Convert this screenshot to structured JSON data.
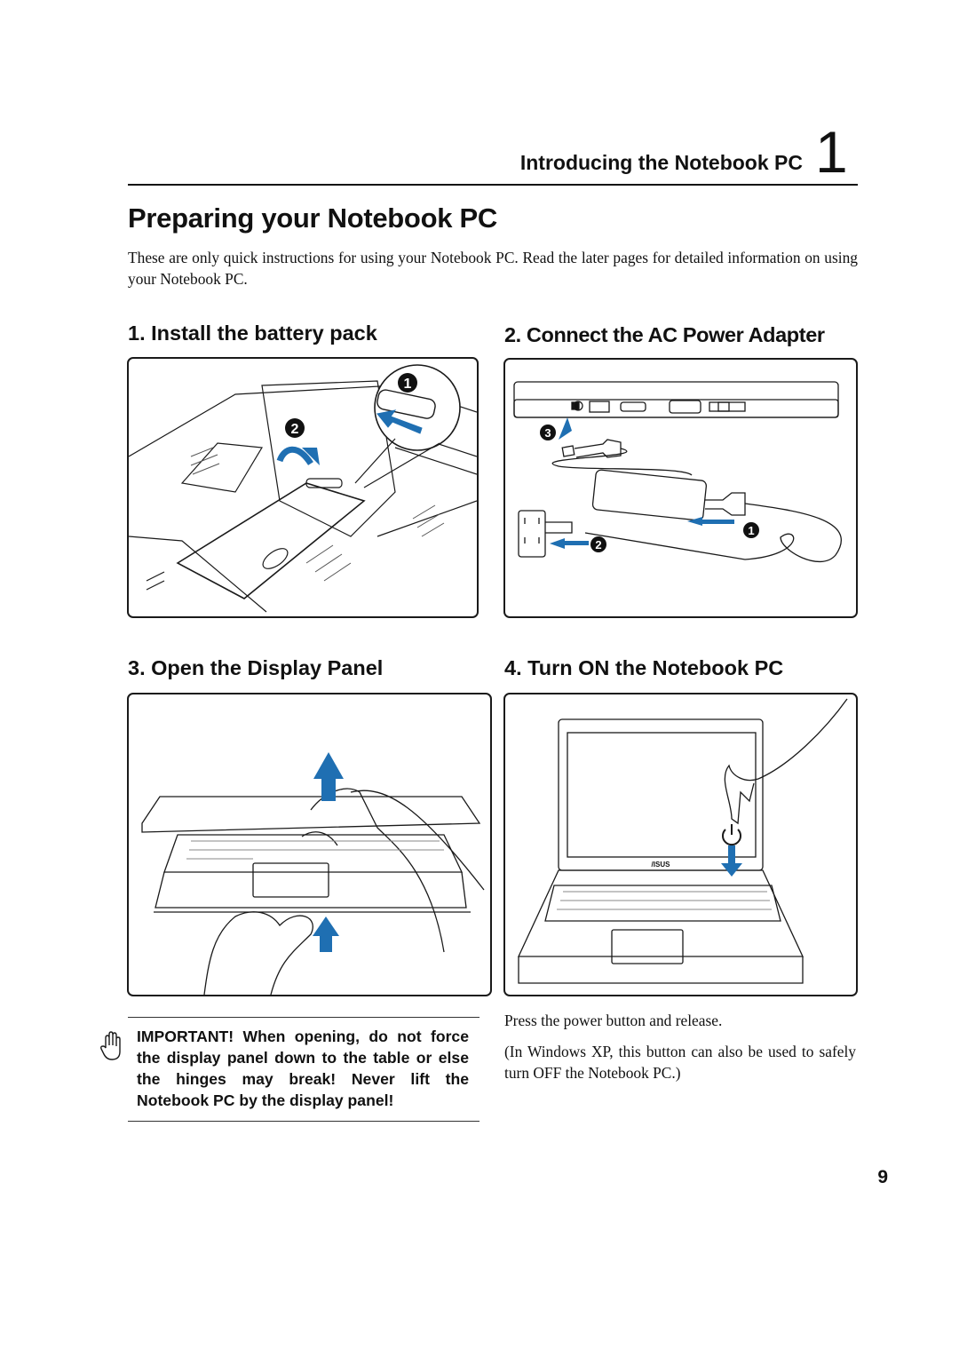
{
  "header": {
    "chapter_title": "Introducing the Notebook PC",
    "chapter_number": "1"
  },
  "page_title": "Preparing your Notebook PC",
  "intro": "These are only quick instructions for using your Notebook PC. Read the later pages for detailed information on using your Notebook PC.",
  "steps": [
    {
      "title": "1. Install the battery pack"
    },
    {
      "title": "2. Connect the AC Power Adapter"
    },
    {
      "title": "3. Open the Display Panel"
    },
    {
      "title": "4. Turn ON the Notebook PC"
    }
  ],
  "illustrations": {
    "battery_callouts": [
      "1",
      "2"
    ],
    "adapter_callouts": [
      "1",
      "2",
      "3"
    ],
    "brand_mark": "/ISUS"
  },
  "important_note": "IMPORTANT! When opening, do not force the display panel down to the table or else the hinges may break! Never lift the Notebook PC by the display panel!",
  "power_instructions": {
    "press": "Press the power button and release.",
    "windows_xp": "(In Windows XP, this button can also be used to safely turn OFF the Notebook PC.)"
  },
  "page_number": "9",
  "colors": {
    "arrow_blue": "#1f6fb2",
    "line": "#1a1a1a"
  },
  "icons": [
    "hand-stop-icon",
    "power-icon",
    "arrow-icon"
  ]
}
